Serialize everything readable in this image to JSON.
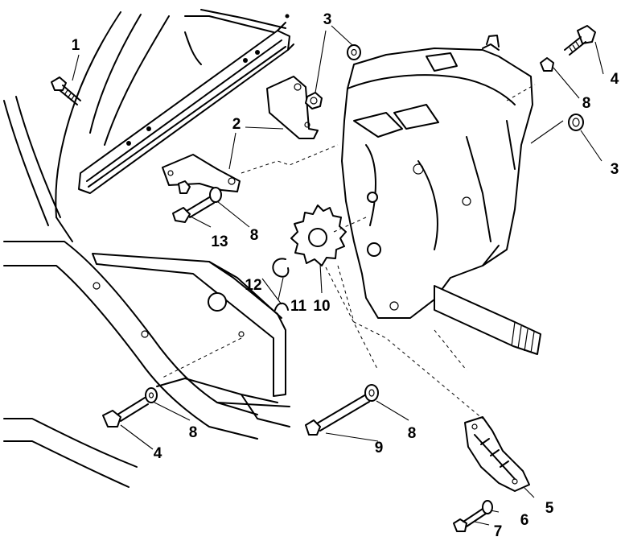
{
  "callouts": [
    {
      "id": "c1",
      "text": "1"
    },
    {
      "id": "c2",
      "text": "2"
    },
    {
      "id": "c3a",
      "text": "3"
    },
    {
      "id": "c3b",
      "text": "3"
    },
    {
      "id": "c4a",
      "text": "4"
    },
    {
      "id": "c4b",
      "text": "4"
    },
    {
      "id": "c5",
      "text": "5"
    },
    {
      "id": "c6",
      "text": "6"
    },
    {
      "id": "c7",
      "text": "7"
    },
    {
      "id": "c8a",
      "text": "8"
    },
    {
      "id": "c8b",
      "text": "8"
    },
    {
      "id": "c8c",
      "text": "8"
    },
    {
      "id": "c8d",
      "text": "8"
    },
    {
      "id": "c9",
      "text": "9"
    },
    {
      "id": "c10",
      "text": "10"
    },
    {
      "id": "c11",
      "text": "11"
    },
    {
      "id": "c12",
      "text": "12"
    },
    {
      "id": "c13",
      "text": "13"
    }
  ]
}
